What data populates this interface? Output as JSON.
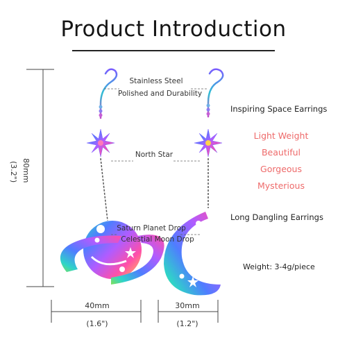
{
  "title": "Product Introduction",
  "callouts": {
    "material_line1": "Stainless Steel",
    "material_line2": "Polished and Durability",
    "north_star": "North Star",
    "saturn": "Saturn Planet Drop",
    "moon": "Celestial Moon Drop"
  },
  "features": {
    "heading": "Inspiring Space Earrings",
    "items": [
      "Light Weight",
      "Beautiful",
      "Gorgeous",
      "Mysterious"
    ],
    "subheading": "Long Dangling Earrings",
    "weight": "Weight: 3-4g/piece"
  },
  "dimensions": {
    "height_mm": "80mm",
    "height_in": "(3.2\")",
    "left_width_mm": "40mm",
    "left_width_in": "(1.6\")",
    "right_width_mm": "30mm",
    "right_width_in": "(1.2\")"
  },
  "colors": {
    "rainbow": [
      "#ff4fa8",
      "#b05cff",
      "#4f7dff",
      "#2fd4c8",
      "#7fe05a",
      "#ffd24a"
    ],
    "accent_pink": "#ee6a6a"
  }
}
